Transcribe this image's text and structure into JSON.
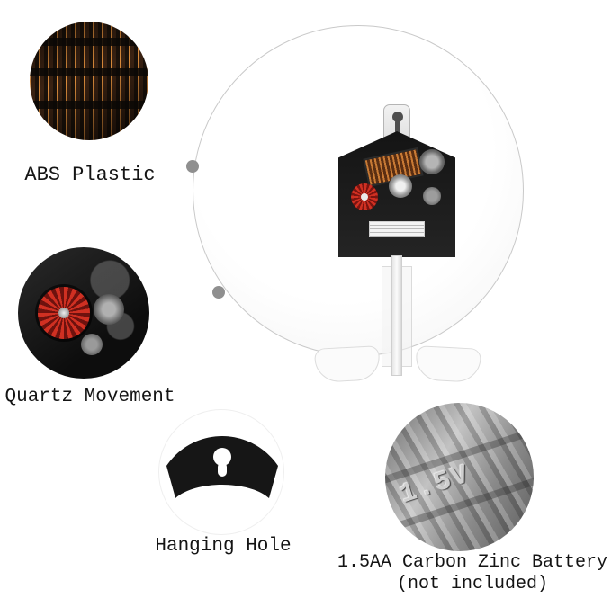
{
  "callouts": {
    "abs": {
      "label": "ABS Plastic"
    },
    "quartz": {
      "label": "Quartz Movement"
    },
    "hanging": {
      "label": "Hanging Hole"
    },
    "battery": {
      "label": "1.5AA Carbon Zinc Battery",
      "note": "(not included)",
      "embossed": "1.5V"
    }
  },
  "colors": {
    "copper_coil": "#c87a35",
    "red_wheel": "#d03022",
    "movement_housing": "#1a1a1a",
    "disc_border": "#c9c9c9"
  }
}
